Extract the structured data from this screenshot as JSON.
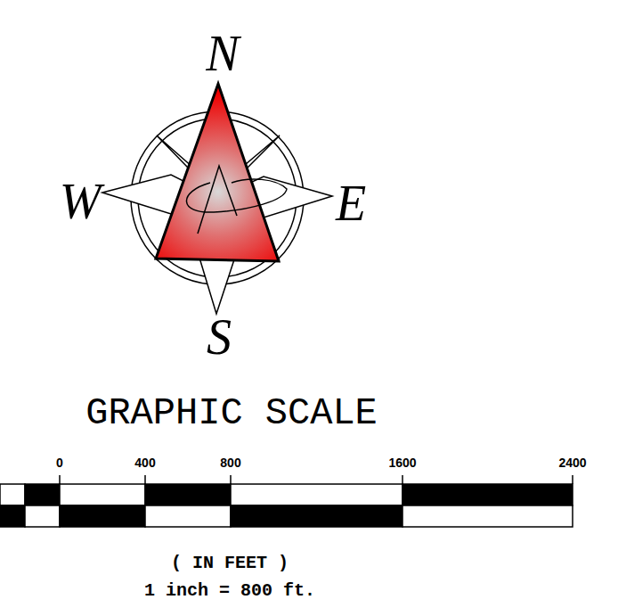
{
  "diagram": {
    "labels": [
      "N",
      "W",
      "E",
      "S",
      "GRAPHIC SCALE",
      "0",
      "400",
      "800",
      "1600",
      "2400",
      "( IN FEET )",
      "1 inch = 800 ft."
    ]
  }
}
